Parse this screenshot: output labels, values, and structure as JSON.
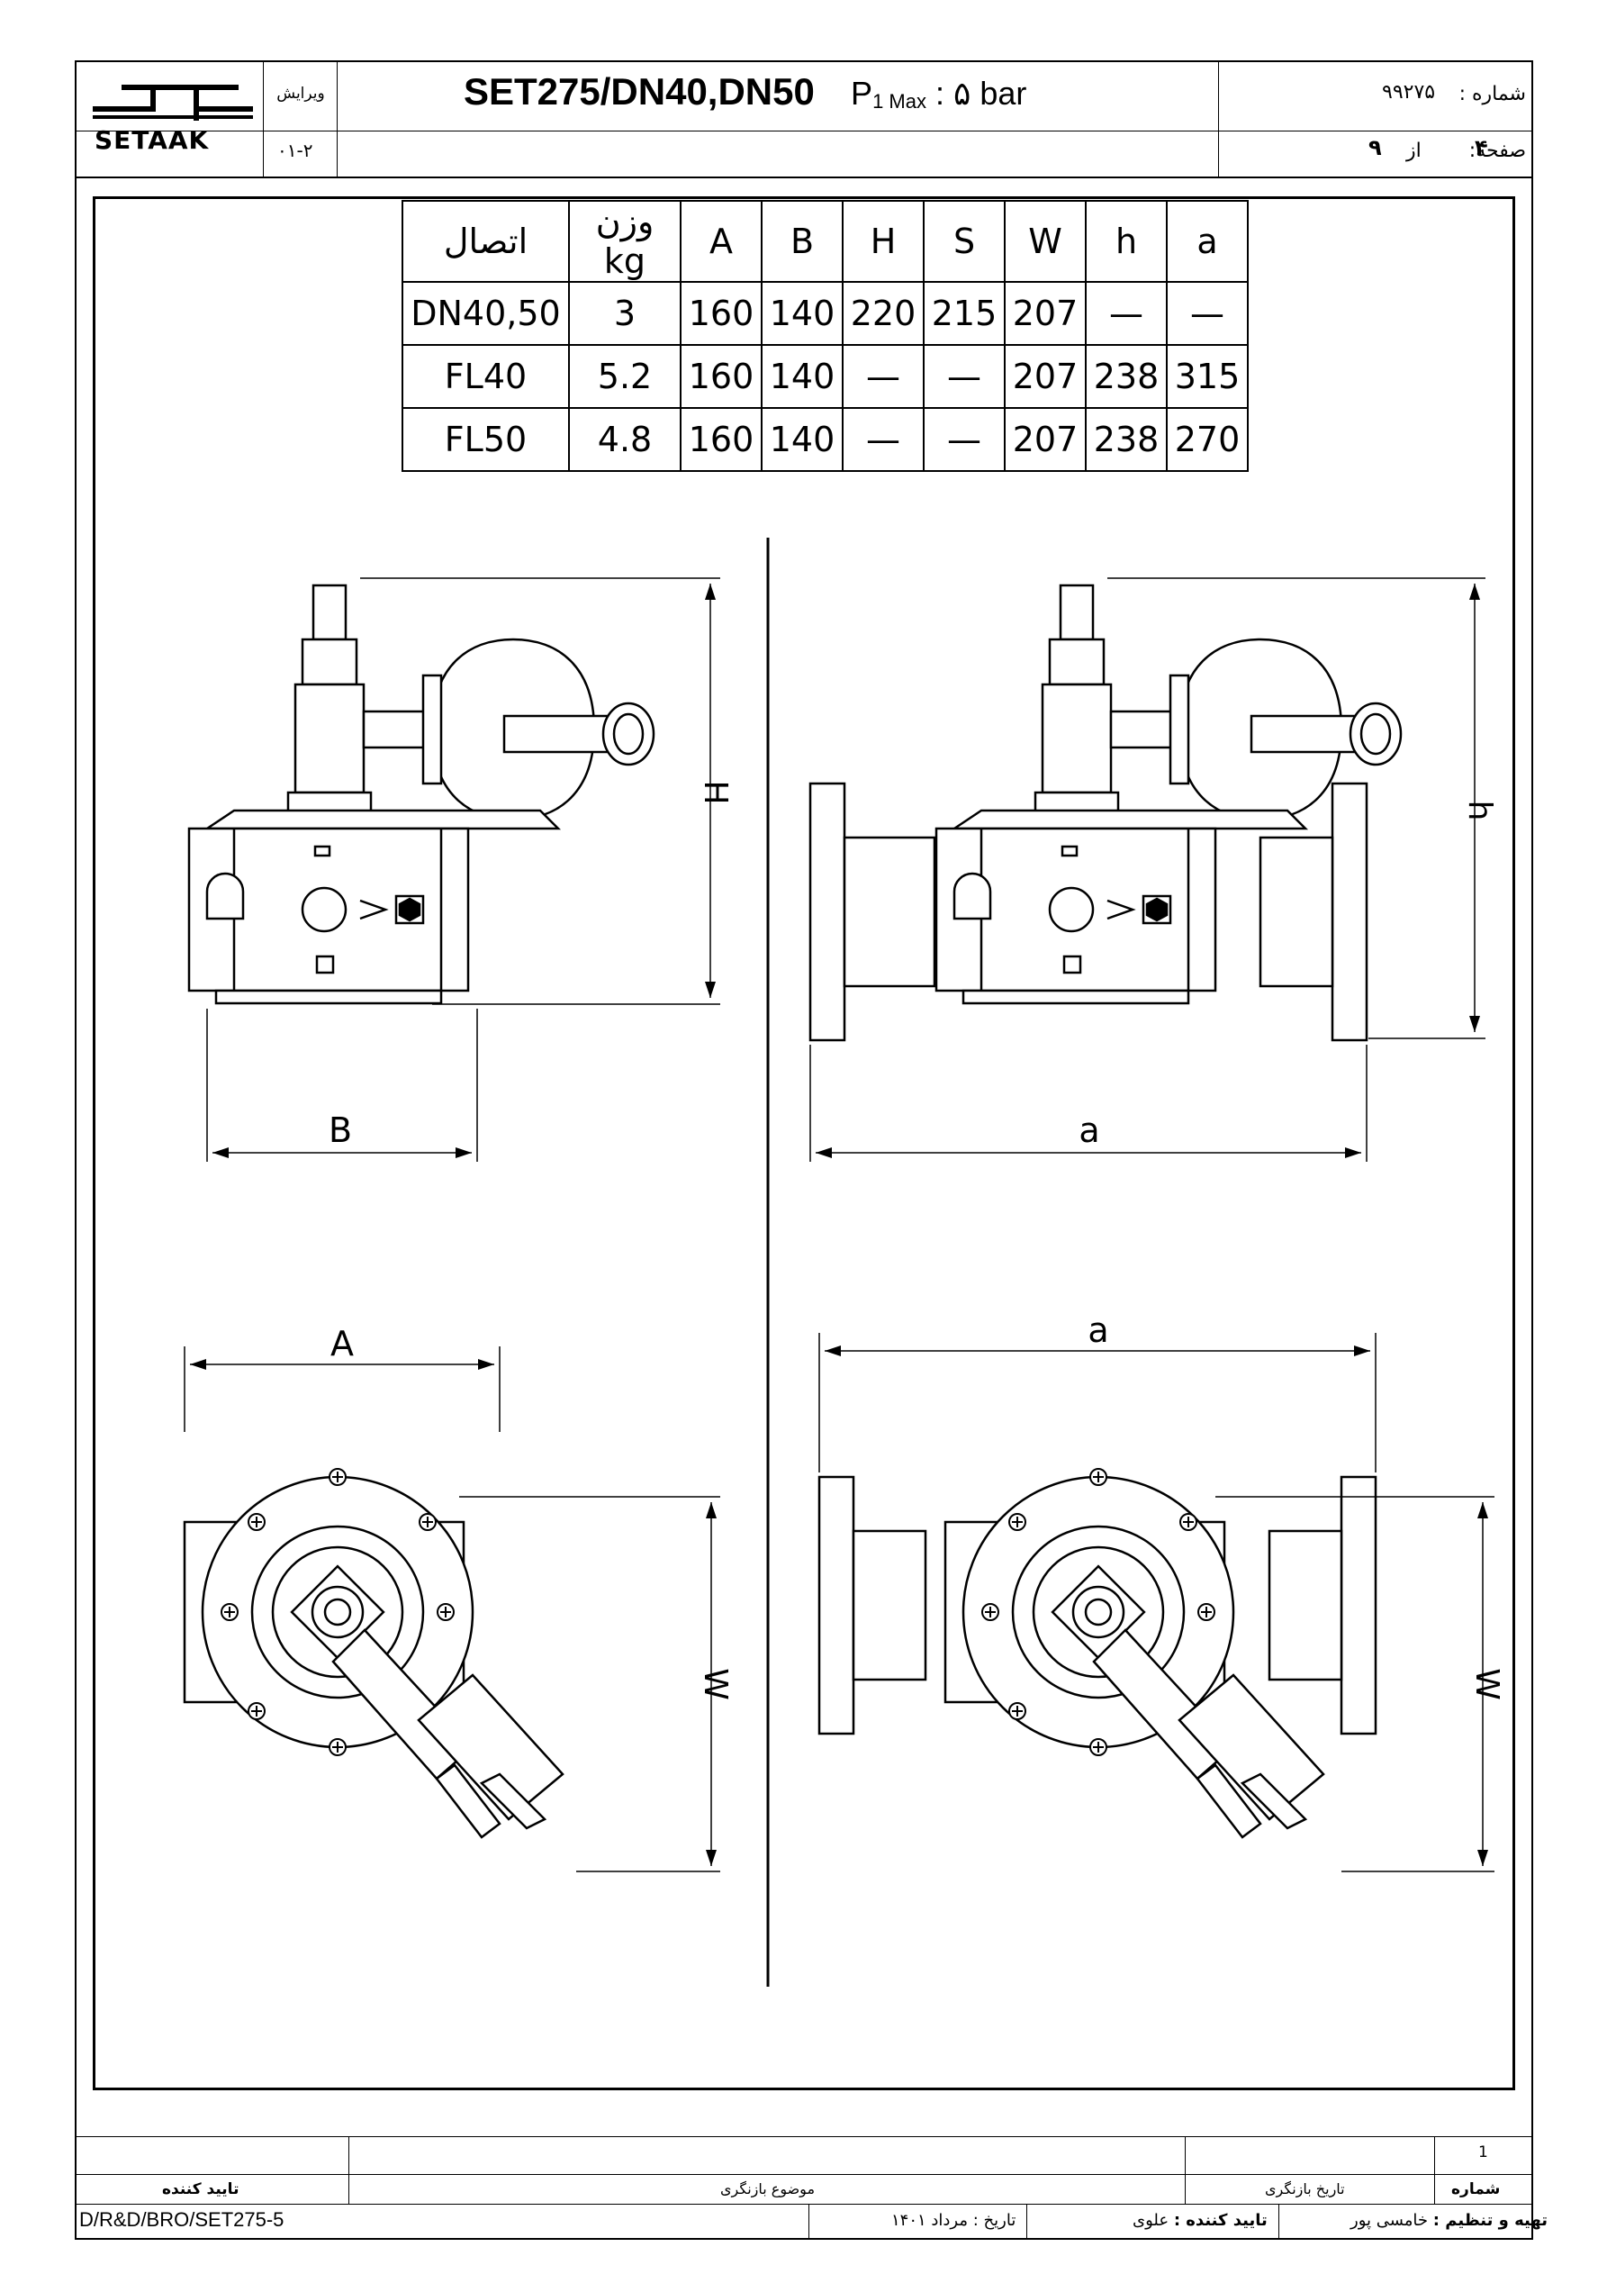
{
  "header": {
    "brand": "SETAAK",
    "revision_label": "ویرایش",
    "revision_value": "۰۱-۲",
    "title": "SET275/DN40,DN50",
    "pressure_prefix": "P",
    "pressure_sub": "1 Max",
    "pressure_value": " : ۵ bar",
    "number_label": "شماره :",
    "number_value": "۹۹۲۷۵",
    "page_label": "صفحه:",
    "page_current": "۴",
    "page_of": "از",
    "page_total": "۹"
  },
  "spec_table": {
    "headers": [
      "اتصال",
      "وزن kg",
      "A",
      "B",
      "H",
      "S",
      "W",
      "h",
      "a"
    ],
    "rows": [
      [
        "DN40,50",
        "3",
        "160",
        "140",
        "220",
        "215",
        "207",
        "—",
        "—"
      ],
      [
        "FL40",
        "5.2",
        "160",
        "140",
        "—",
        "—",
        "207",
        "238",
        "315"
      ],
      [
        "FL50",
        "4.8",
        "160",
        "140",
        "—",
        "—",
        "207",
        "238",
        "270"
      ]
    ]
  },
  "dimensions": {
    "H": "H",
    "B": "B",
    "h": "h",
    "a_top": "a",
    "A": "A",
    "W_left": "W",
    "a_bottom": "a",
    "W_right": "W"
  },
  "footer": {
    "row_number": "1",
    "approver_label": "تایید کننده",
    "revision_subject_label": "موضوع بازنگری",
    "revision_date_label": "تاریخ بازنگری",
    "number_label": "شماره",
    "doc_code": "D/R&D/BRO/SET275-5",
    "date_text": "تاریخ : مرداد ۱۴۰۱",
    "approved_by_label": "تایید کننده :",
    "approved_by_value": "علوی",
    "prepared_by_label": "تهیه و تنظیم :",
    "prepared_by_value": "خامسی پور"
  }
}
